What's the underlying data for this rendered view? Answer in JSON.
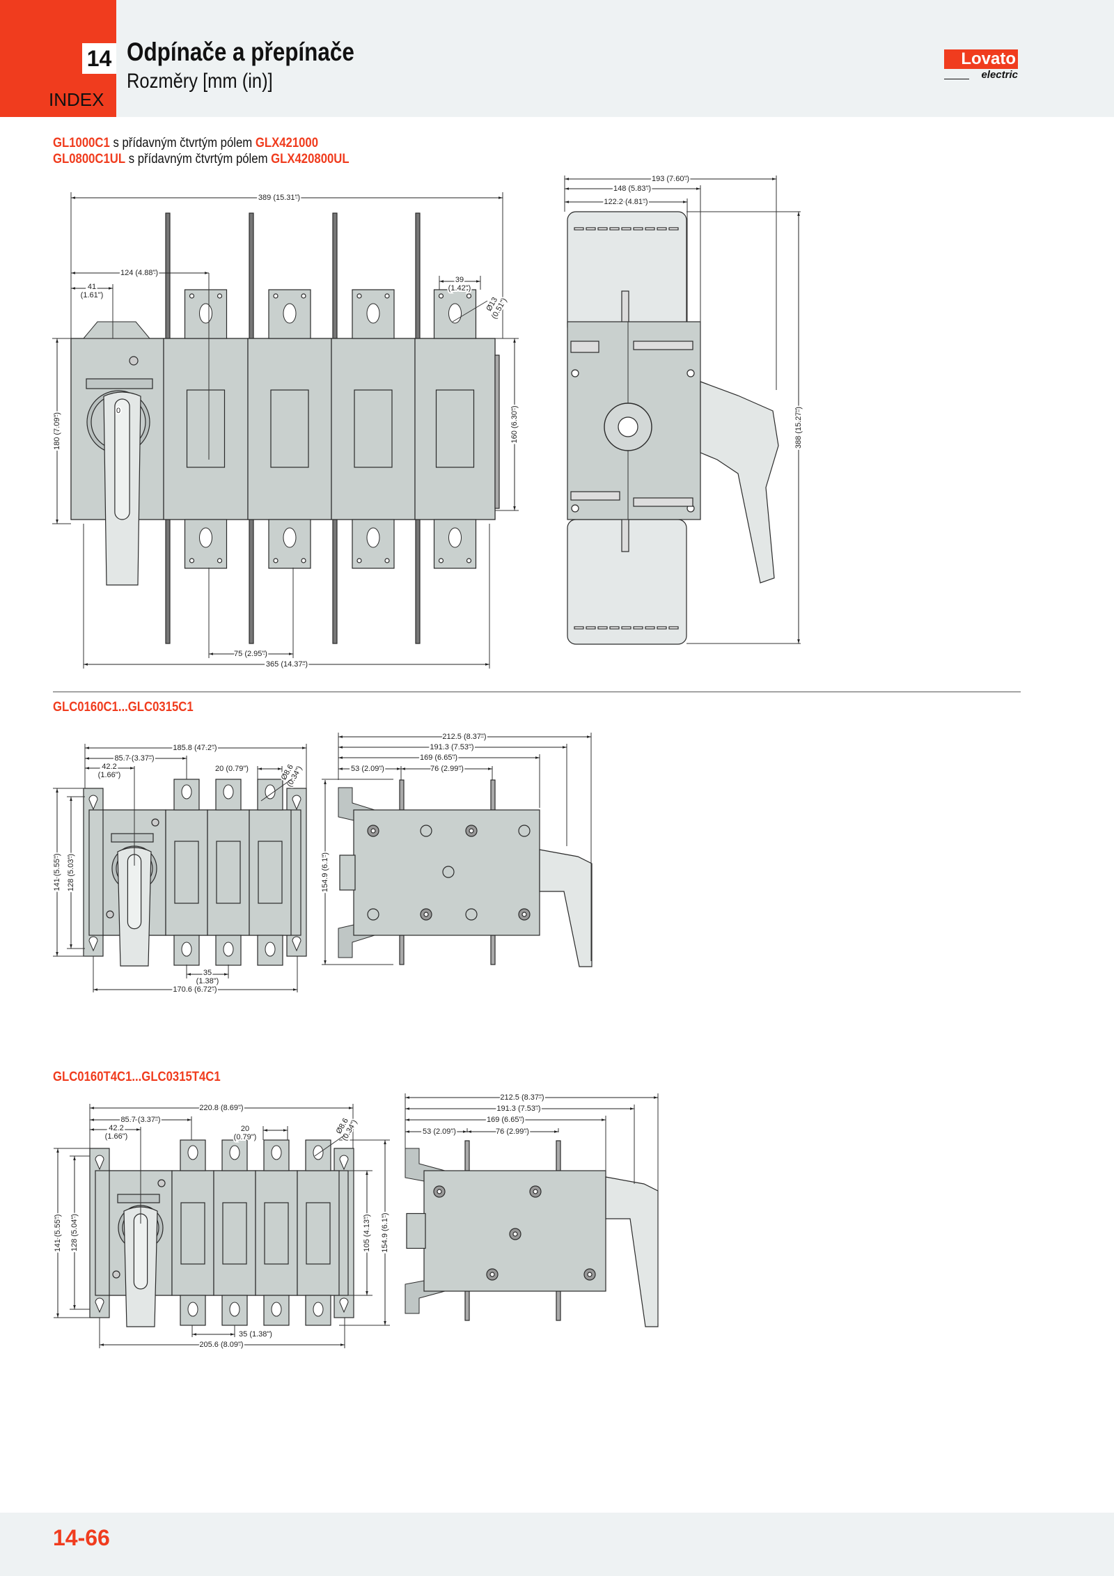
{
  "header": {
    "chapter": "14",
    "index_label": "INDEX",
    "title": "Odpínače a přepínače",
    "subtitle": "Rozměry [mm (in)]",
    "logo_text": "Lovato",
    "logo_sub": "electric"
  },
  "colors": {
    "accent": "#f03c1e",
    "band": "#eef2f3",
    "body": "#c9d0ce"
  },
  "sections": [
    {
      "lines": [
        {
          "code": "GL1000C1",
          "text": " s přídavným čtvrtým pólem ",
          "code2": "GLX421000"
        },
        {
          "code": "GL0800C1UL",
          "text": " s přídavným čtvrtým pólem ",
          "code2": "GLX420800UL"
        }
      ],
      "front_dims": [
        "389 (15.31\")",
        "124 (4.88\")",
        "41 (1.61\")",
        "39 (1.42\")",
        "Ø13 (0.51\")",
        "180 (7.09\")",
        "160 (6.30\")",
        "75 (2.95\")",
        "365 (14.37\")"
      ],
      "side_dims": [
        "193 (7.60\")",
        "148 (5.83\")",
        "122.2 (4.81\")",
        "388 (15.27\")"
      ],
      "handle_mark": "0"
    },
    {
      "lines": [
        {
          "code": "GLC0160C1...GLC0315C1",
          "text": "",
          "code2": ""
        }
      ],
      "front_dims": [
        "185.8 (47.2\")",
        "85.7 (3.37\")",
        "42.2 (1.66\")",
        "20 (0.79\")",
        "Ø8.6 (0.34\")",
        "141 (5.55\")",
        "128 (5.03\")",
        "35 (1.38\")",
        "170.6 (6.72\")"
      ],
      "side_dims": [
        "212.5 (8.37\")",
        "191.3 (7.53\")",
        "169 (6.65\")",
        "53 (2.09\")",
        "76 (2.99\")",
        "154.9 (6.1\")"
      ]
    },
    {
      "lines": [
        {
          "code": "GLC0160T4C1...GLC0315T4C1",
          "text": "",
          "code2": ""
        }
      ],
      "front_dims": [
        "220.8 (8.69\")",
        "85.7 (3.37\")",
        "42.2 (1.66\")",
        "20 (0.79\")",
        "Ø8.6 (0.34\")",
        "141 (5.55\")",
        "128 (5.04\")",
        "105 (4.13\")",
        "154.9 (6.1\")",
        "35 (1.38\")",
        "205.6 (8.09\")"
      ],
      "side_dims": [
        "212.5 (8.37\")",
        "191.3 (7.53\")",
        "169 (6.65\")",
        "53 (2.09\")",
        "76 (2.99\")"
      ]
    }
  ],
  "footer": {
    "page_number": "14-66"
  }
}
